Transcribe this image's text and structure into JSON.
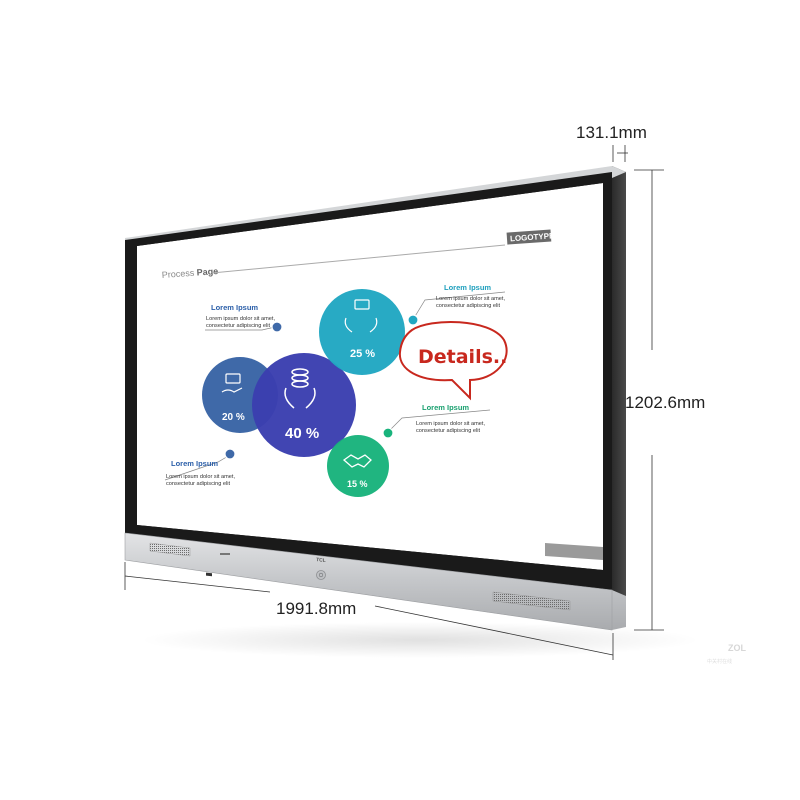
{
  "dimensions": {
    "depth": "131.1mm",
    "height": "1202.6mm",
    "width": "1991.8mm"
  },
  "screen": {
    "logotype": "LOGOTYPE",
    "title_regular": "Process ",
    "title_bold": "Page",
    "details_callout": "Details..",
    "items": [
      {
        "title": "Lorem Ipsum",
        "line1": "Lorem ipsum dolor sit amet,",
        "line2": "consectetur adipiscing elit"
      },
      {
        "title": "Lorem Ipsum",
        "line1": "Lorem ipsum dolor sit amet,",
        "line2": "consectetur adipiscing elit"
      },
      {
        "title": "Lorem Ipsum",
        "line1": "Lorem ipsum dolor sit amet,",
        "line2": "consectetur adipiscing elit"
      },
      {
        "title": "Lorem Ipsum",
        "line1": "Lorem ipsum dolor sit amet,",
        "line2": "consectetur adipiscing elit"
      }
    ],
    "percentages": {
      "small_blue": "20 %",
      "purple": "40 %",
      "teal": "25 %",
      "green": "15 %"
    }
  },
  "bezel": {
    "brand": "TCL"
  },
  "watermark": {
    "brand": "ZOL",
    "subtitle": "中关村在线"
  },
  "colors": {
    "bezel_frame": "#1a1a1a",
    "silver": "#c9cbce",
    "circle_blue": "#3f69a8",
    "circle_purple": "#3b3fb0",
    "circle_teal": "#21a7c2",
    "circle_green": "#19b37c",
    "accent_title": "#2a5ea8",
    "details_red": "#c8281e"
  }
}
